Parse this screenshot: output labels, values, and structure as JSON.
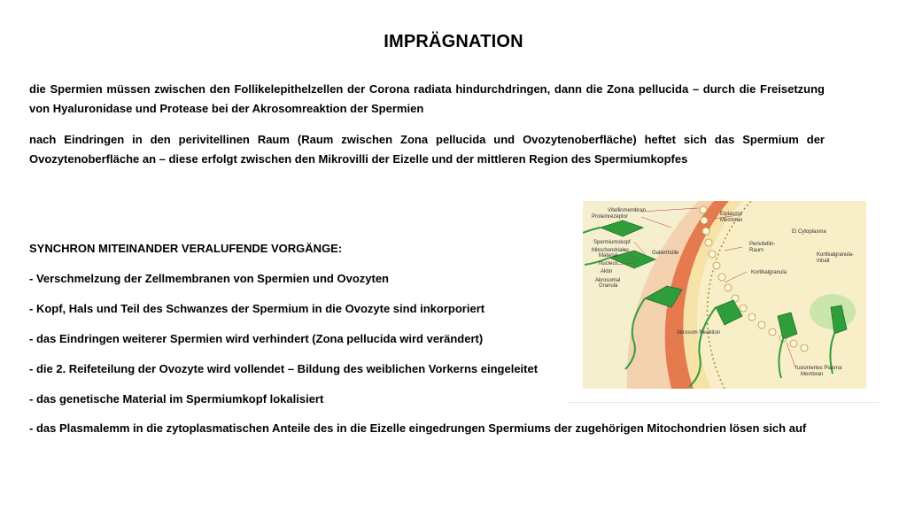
{
  "title": "IMPRÄGNATION",
  "paragraphs": [
    "die Spermien müssen zwischen den Follikelepithelzellen der Corona radiata hindurchdringen, dann die Zona pellucida – durch die Freisetzung von Hyaluronidase und Protease bei der Akrosomreaktion der Spermien",
    "nach Eindringen in den perivitellinen Raum (Raum zwischen Zona pellucida und Ovozytenoberfläche) heftet sich das Spermium der Ovozytenoberfläche an – diese erfolgt zwischen den Mikrovilli der Eizelle und der mittleren Region des Spermiumkopfes"
  ],
  "section_heading": "SYNCHRON MITEINANDER VERALUFENDE VORGÄNGE:",
  "list_items": [
    "- Verschmelzung der Zellmembranen von Spermien und Ovozyten",
    "- Kopf, Hals und Teil des Schwanzes der Spermium in die Ovozyte sind inkorporiert",
    "- das Eindringen weiterer Spermien wird verhindert (Zona pellucida wird verändert)",
    "- die 2. Reifeteilung der Ovozyte wird vollendet – Bildung des weiblichen Vorkerns eingeleitet",
    "- das genetische Material im Spermiumkopf lokalisiert",
    "- das Plasmalemm in die zytoplasmatischen Anteile des in die Eizelle eingedrungen Spermiums der zugehörigen Mitochondrien lösen sich auf"
  ],
  "figure": {
    "labels": {
      "vitellin": "Vitellinmembran",
      "proteinrezeptor": "Proteinrezeptor",
      "spermiumskopf": "Spermiumskopf",
      "mitochondriales": "Mitochondriales",
      "material": "Material",
      "nucleus": "Nucleus",
      "aktin": "Aktin",
      "akrosomal": "Akrosomal",
      "granula": "Granula",
      "gallerthuelle": "Gallerthülle",
      "eiplasma": "Eiplasma",
      "membran": "Membran",
      "ei_cytoplasma": "Ei Cytoplasma",
      "perivitellin": "Perivitellin-",
      "raum": "Raum",
      "kortikalgranula": "Kortikalgranula",
      "kortikalgranula_inhalt_1": "Kortikalgranula-",
      "kortikalgranula_inhalt_2": "Inhalt",
      "akrosom_reaktion": "Akrosom Reaktion",
      "fusioniertes_1": "fusioniertes Plasma",
      "fusioniertes_2": "Membran"
    },
    "colors": {
      "background": "#f6efcf",
      "jelly_coat": "#f2c9a5",
      "zona_band": "#e57a4e",
      "perivitelline": "#fbf1c8",
      "cytoplasm": "#f8efc8",
      "sperm_green": "#2f9e3a",
      "sperm_light": "#a6dc8f"
    }
  }
}
